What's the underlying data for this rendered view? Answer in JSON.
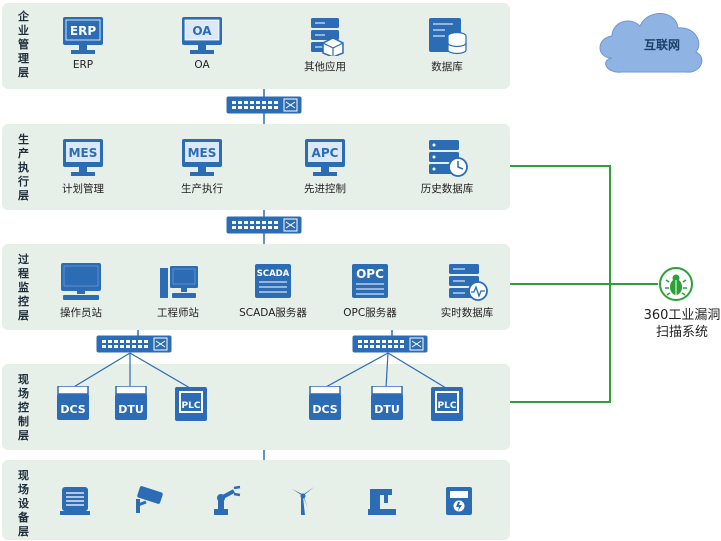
{
  "layers": [
    {
      "label": "企业管理层"
    },
    {
      "label": "生产执行层"
    },
    {
      "label": "过程监控层"
    },
    {
      "label": "现场控制层"
    },
    {
      "label": "现场设备层"
    }
  ],
  "management": {
    "nodes": [
      {
        "label": "ERP",
        "icon_text": "ERP",
        "icon": "monitor-icon"
      },
      {
        "label": "OA",
        "icon_text": "OA",
        "icon": "monitor-icon"
      },
      {
        "label": "其他应用",
        "icon": "server-app-icon"
      },
      {
        "label": "数据库",
        "icon": "database-server-icon"
      }
    ]
  },
  "execution": {
    "nodes": [
      {
        "label": "计划管理",
        "icon_text": "MES",
        "icon": "monitor-icon"
      },
      {
        "label": "生产执行",
        "icon_text": "MES",
        "icon": "monitor-icon"
      },
      {
        "label": "先进控制",
        "icon_text": "APC",
        "icon": "monitor-icon"
      },
      {
        "label": "历史数据库",
        "icon": "history-database-icon"
      }
    ]
  },
  "monitoring": {
    "nodes": [
      {
        "label": "操作员站",
        "icon": "monitor-icon"
      },
      {
        "label": "工程师站",
        "icon": "workstation-icon"
      },
      {
        "label": "SCADA服务器",
        "icon_text": "SCADA",
        "icon": "server-icon"
      },
      {
        "label": "OPC服务器",
        "icon_text": "OPC",
        "icon": "server-icon"
      },
      {
        "label": "实时数据库",
        "icon": "realtime-database-icon"
      }
    ]
  },
  "control": {
    "groups": [
      {
        "devices": [
          "DCS",
          "DTU",
          "PLC"
        ]
      },
      {
        "devices": [
          "DCS",
          "DTU",
          "PLC"
        ]
      }
    ]
  },
  "field_devices": [
    "motor-icon",
    "camera-icon",
    "robot-arm-icon",
    "wind-turbine-icon",
    "machine-tool-icon",
    "meter-icon"
  ],
  "internet": {
    "label": "互联网"
  },
  "scanner": {
    "label": "360工业漏洞扫描系统",
    "icon": "bug-shield-icon"
  },
  "colors": {
    "layer_bg": "#e7efe9",
    "icon_blue": "#2b6cb4",
    "icon_dark": "#1f5597",
    "link_green": "#2ca13a",
    "cloud": "#8fb3e3",
    "scanner_green": "#2ca13a"
  }
}
